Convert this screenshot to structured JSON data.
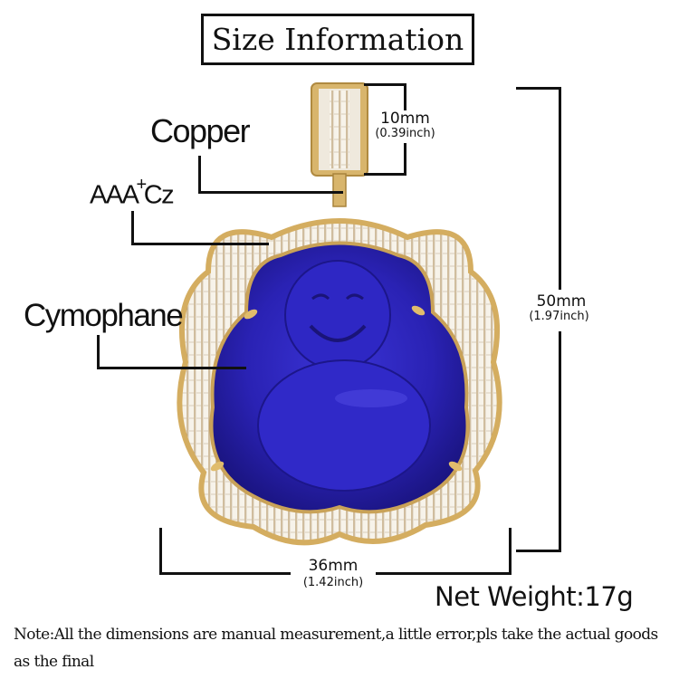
{
  "title": "Size Information",
  "labels": {
    "copper": "Copper",
    "cz_prefix": "AAA",
    "cz_plus": "+",
    "cz_suffix": "Cz",
    "cymophane": "Cymophane"
  },
  "dimensions": {
    "bail_width": {
      "mm": "10mm",
      "inch": "(0.39inch)"
    },
    "height": {
      "mm": "50mm",
      "inch": "(1.97inch)"
    },
    "width": {
      "mm": "36mm",
      "inch": "(1.42inch)"
    }
  },
  "net_weight": "Net Weight:17g",
  "note": "Note:All the dimensions are manual measurement,a little error,pls take the actual goods as the final",
  "colors": {
    "stone": "#2a24b8",
    "gold": "#d9b46a",
    "line": "#111111"
  }
}
